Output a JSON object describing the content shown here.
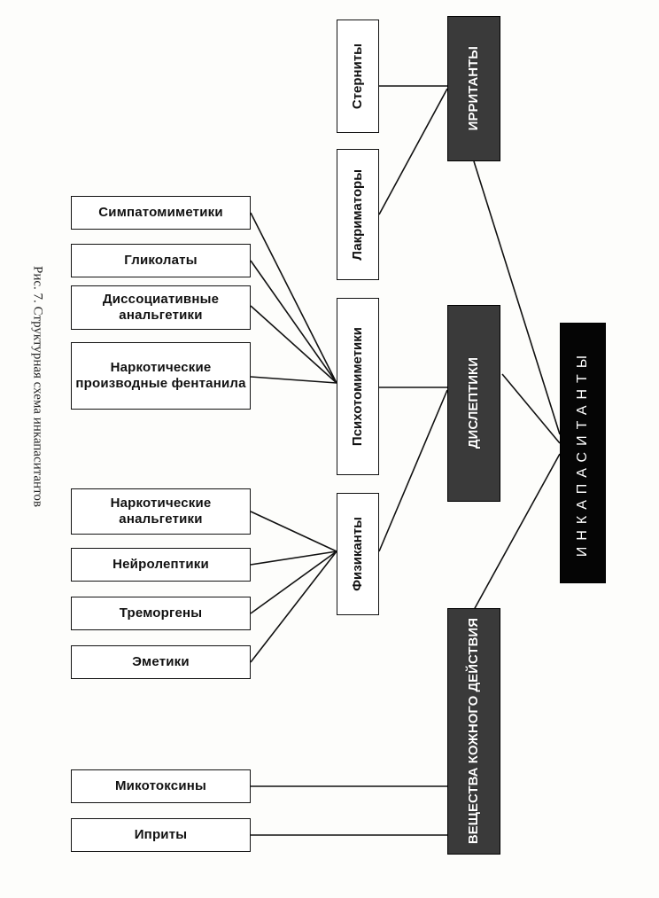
{
  "diagram": {
    "root": "ИНКАПАСИТАНТЫ",
    "groups": {
      "irritants": "ИРРИТАНТЫ",
      "dysleptics": "ДИСЛЕПТИКИ",
      "skin": "ВЕЩЕСТВА КОЖНОГО ДЕЙСТВИЯ"
    },
    "subgroups": {
      "sternity": "Стерниты",
      "lakrimatory": "Лакриматоры",
      "psikhotomimetiki": "Психотомиметики",
      "fizikanty": "Физиканты"
    },
    "leaves": {
      "simpatomimetiki": "Симпатомиметики",
      "glikolaty": "Гликолаты",
      "dissociativnye": "Диссоциативные анальгетики",
      "fentanil": "Наркотические производные фентанила",
      "narkoticheskie": "Наркотические анальгетики",
      "neyroleptiki": "Нейролептики",
      "tremorgeny": "Треморгены",
      "emetiki": "Эметики",
      "mikotoksiny": "Микотоксины",
      "iprity": "Иприты"
    },
    "caption": "Рис. 7. Структурная схема инкапаситантов"
  }
}
